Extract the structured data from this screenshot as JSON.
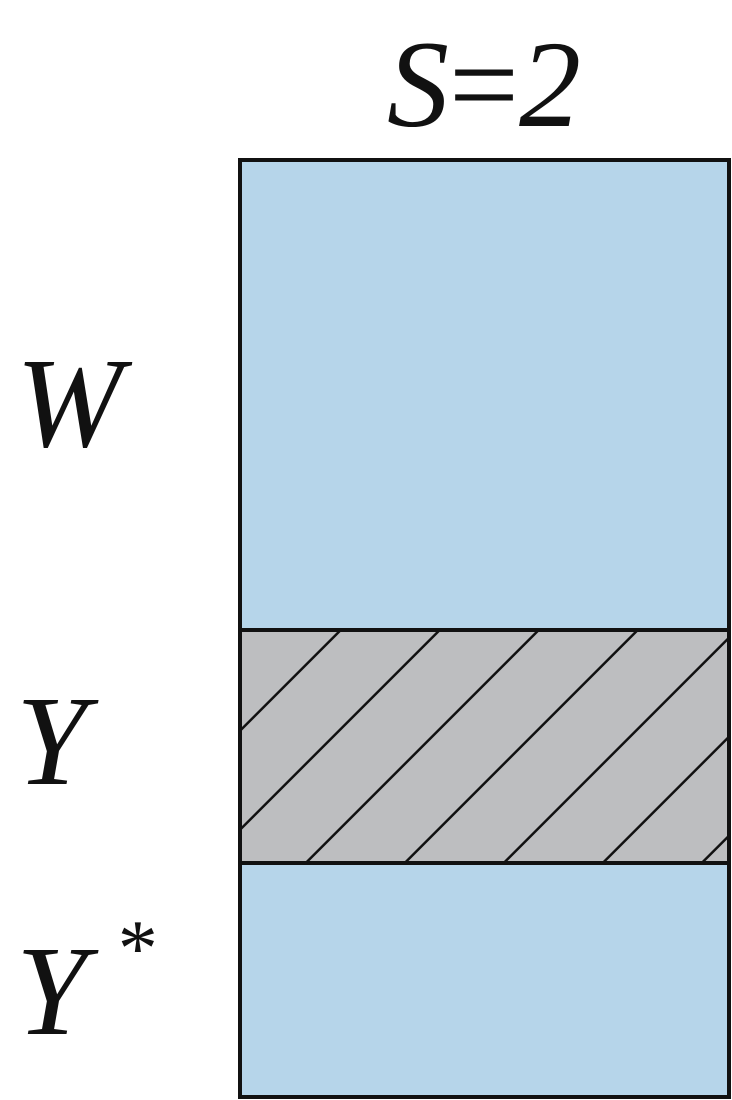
{
  "title": {
    "variable": "S",
    "operator": "=",
    "value": "2"
  },
  "rows": [
    {
      "label": "W",
      "superscript": "",
      "fill_color": "#b6d5ea",
      "pattern": "solid"
    },
    {
      "label": "Y",
      "superscript": "",
      "fill_color": "#bdbec0",
      "pattern": "diagonal-hatch"
    },
    {
      "label": "Y",
      "superscript": "*",
      "fill_color": "#b6d5ea",
      "pattern": "solid"
    }
  ],
  "colors": {
    "stroke": "#111111",
    "hatch_line": "#111111"
  }
}
